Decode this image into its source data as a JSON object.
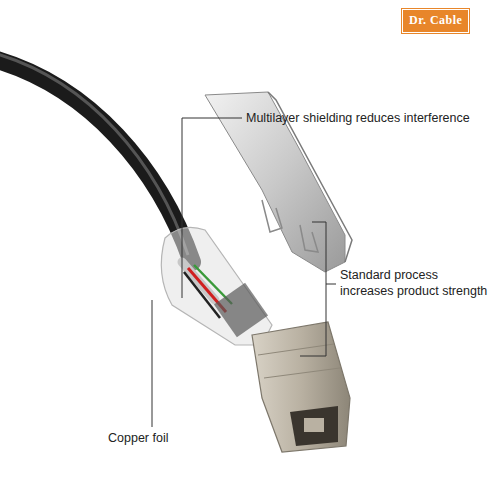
{
  "diagram": {
    "labels": [
      "Dr. Cable",
      "Multilayer shielding reduces interference",
      "Standard process increases product strength",
      "Copper foil"
    ]
  }
}
